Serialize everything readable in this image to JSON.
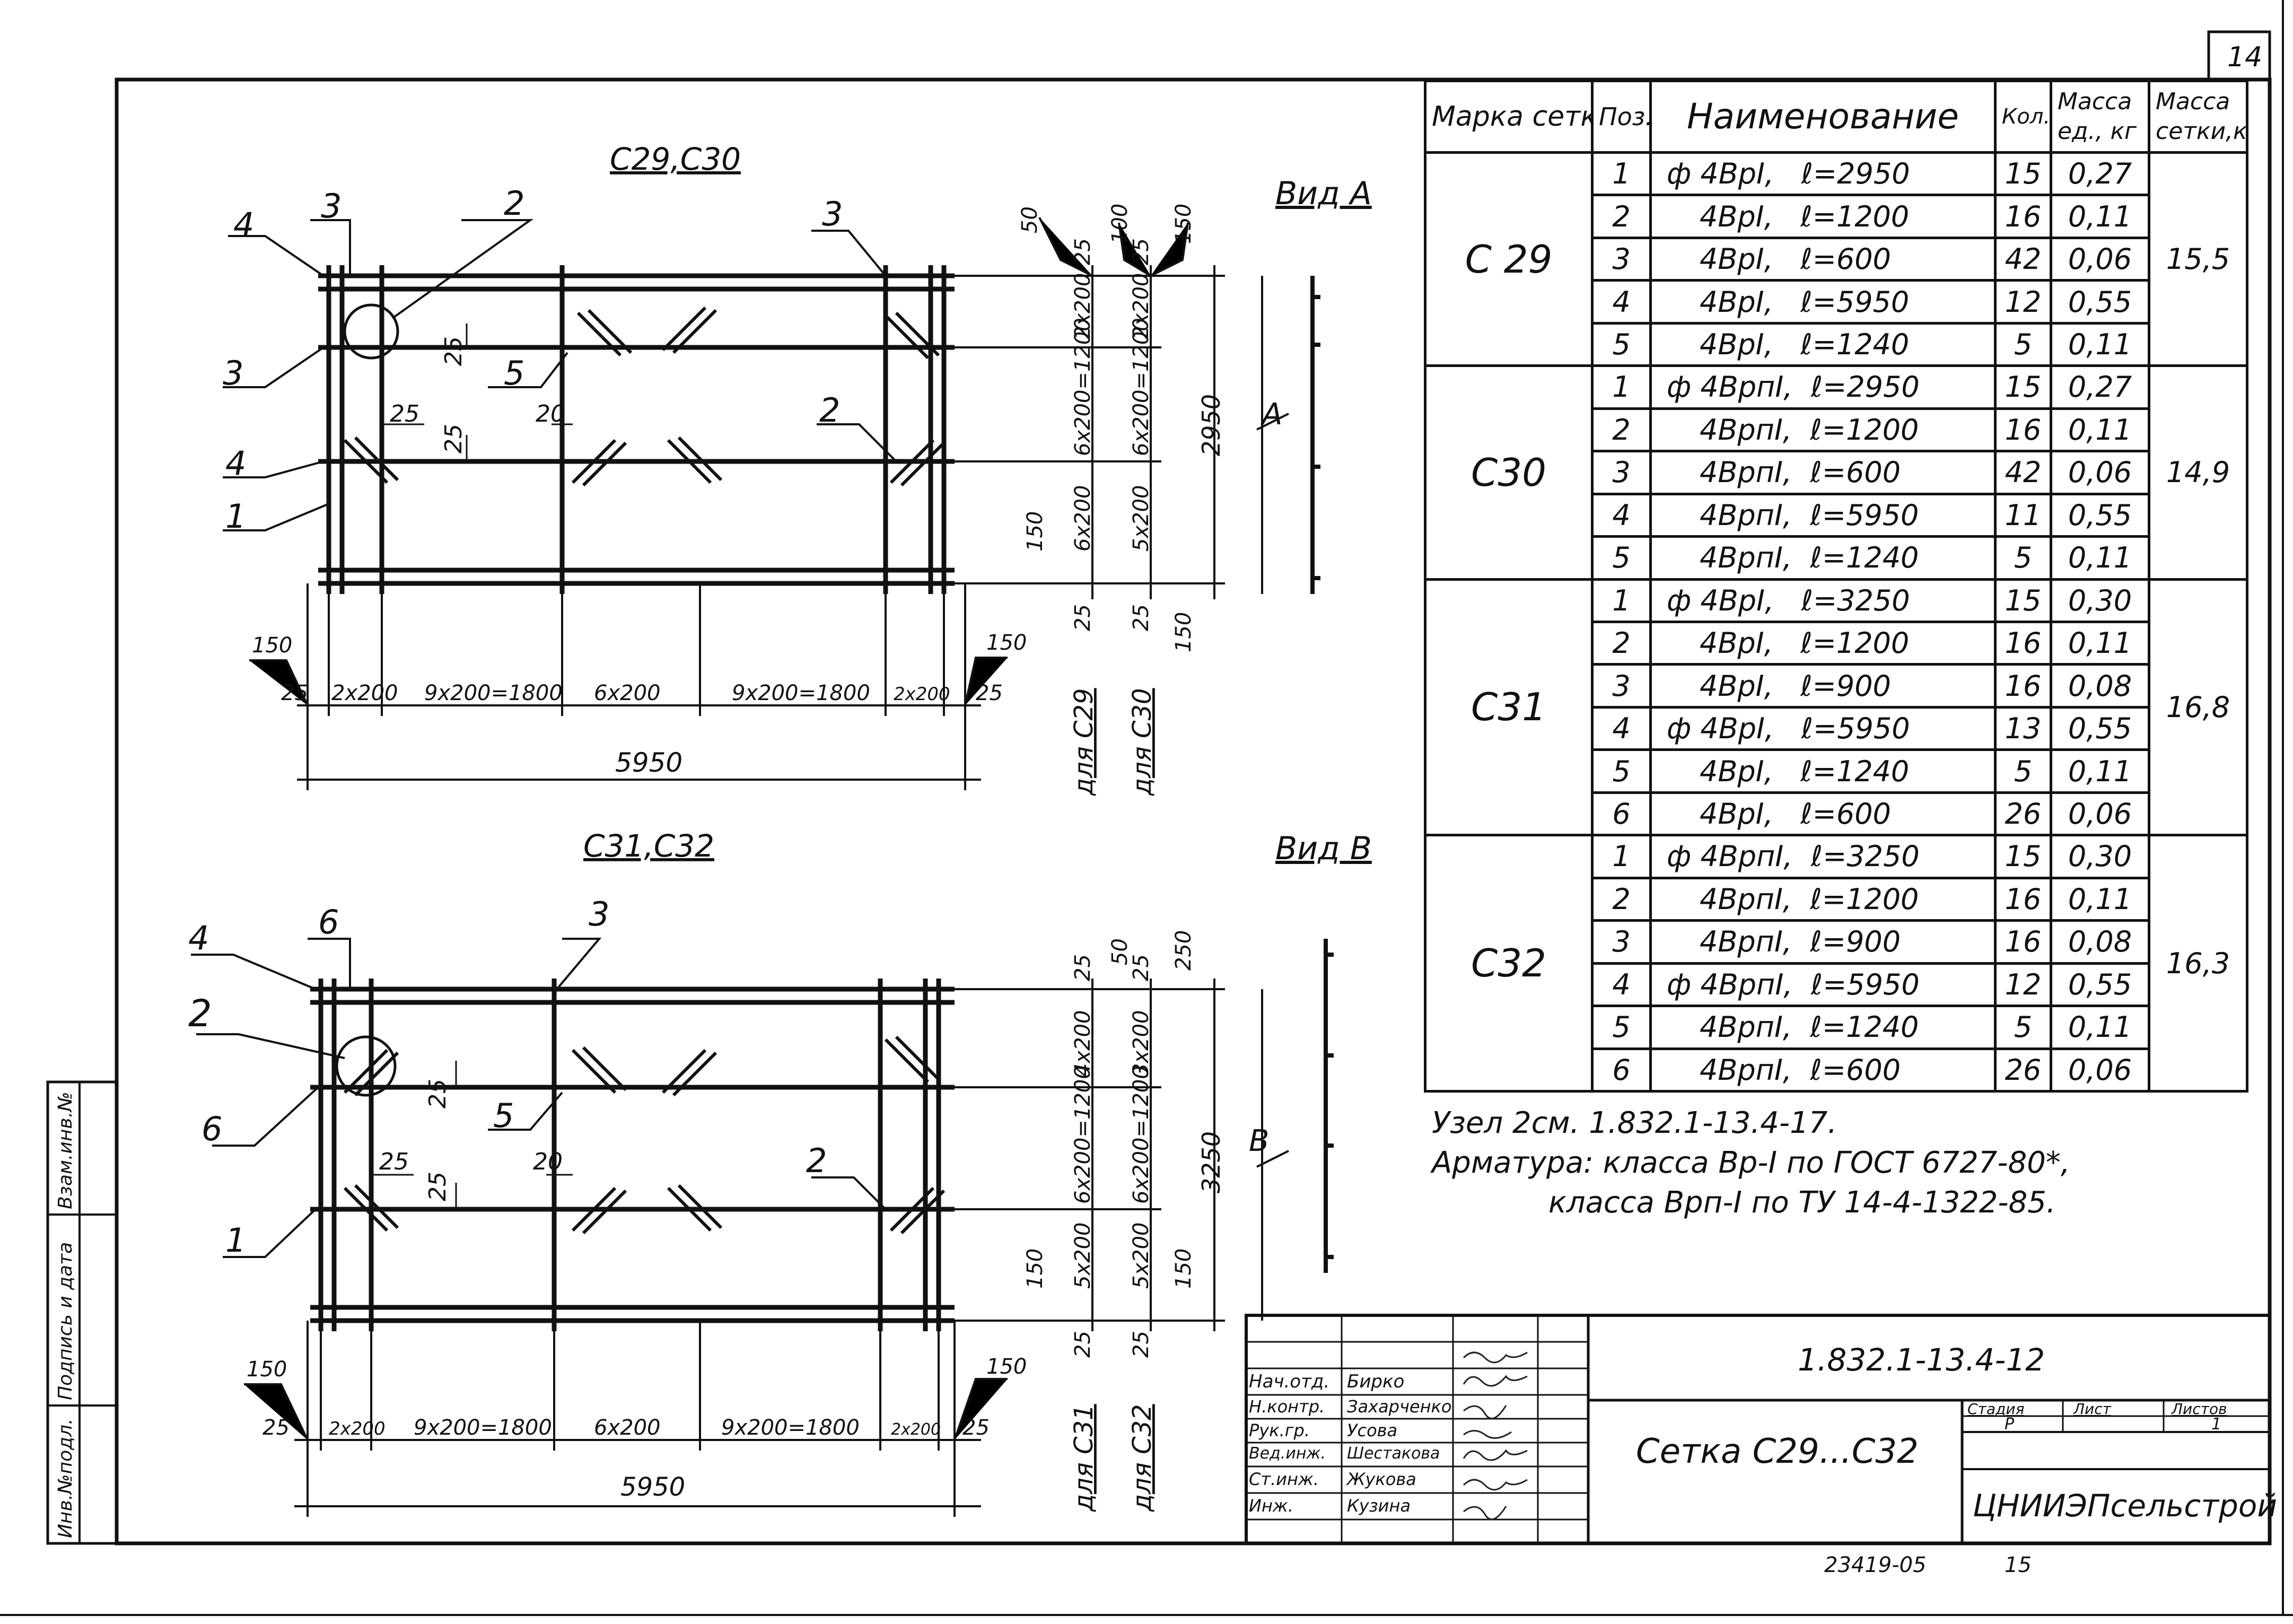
{
  "sheet_number": "14",
  "views": {
    "top": {
      "title": "С29,С30",
      "view_label": "Вид А",
      "section_arrow": "А",
      "callouts": [
        "4",
        "3",
        "2",
        "3",
        "3",
        "5",
        "2",
        "4",
        "1"
      ],
      "dims_small": [
        "25",
        "25",
        "20",
        "25"
      ],
      "dims_vertical_right": [
        "50",
        "25",
        "100",
        "25",
        "150",
        "2х200",
        "2х200",
        "6х200=1200",
        "6х200=1200",
        "2950",
        "6х200",
        "5х200",
        "150",
        "25",
        "25",
        "150"
      ],
      "dims_bottom": [
        "150",
        "25",
        "2х200",
        "9х200=1800",
        "6х200",
        "9х200=1800",
        "2х200",
        "150",
        "25"
      ],
      "overall_width": "5950",
      "for_labels": [
        "для С29",
        "для С30"
      ]
    },
    "bottom": {
      "title": "С31,С32",
      "view_label": "Вид В",
      "section_arrow": "В",
      "callouts": [
        "4",
        "6",
        "3",
        "2",
        "6",
        "5",
        "2",
        "1"
      ],
      "dims_small": [
        "25",
        "25",
        "20",
        "25"
      ],
      "dims_vertical_right": [
        "25",
        "50",
        "25",
        "250",
        "4х200",
        "3х200",
        "6х200=1200",
        "6х200=1200",
        "3250",
        "150",
        "5х200",
        "5х200",
        "150",
        "25",
        "25"
      ],
      "dims_bottom": [
        "150",
        "25",
        "2х200",
        "9х200=1800",
        "6х200",
        "9х200=1800",
        "2х200",
        "150",
        "25"
      ],
      "overall_width": "5950",
      "for_labels": [
        "для С31",
        "для С32"
      ]
    }
  },
  "spec_table": {
    "headers": [
      "Марка сетки",
      "Поз.",
      "Наименование",
      "Кол.",
      "Масса ед., кг",
      "Масса сетки,кг"
    ],
    "groups": [
      {
        "grade": "С 29",
        "mass_total": "15,5",
        "rows": [
          {
            "pos": "1",
            "name": "ф 4ВрI,",
            "len": "ℓ=2950",
            "qty": "15",
            "mass": "0,27"
          },
          {
            "pos": "2",
            "name": "4ВрI,",
            "len": "ℓ=1200",
            "qty": "16",
            "mass": "0,11"
          },
          {
            "pos": "3",
            "name": "4ВрI,",
            "len": "ℓ=600",
            "qty": "42",
            "mass": "0,06"
          },
          {
            "pos": "4",
            "name": "4ВрI,",
            "len": "ℓ=5950",
            "qty": "12",
            "mass": "0,55"
          },
          {
            "pos": "5",
            "name": "4ВрI,",
            "len": "ℓ=1240",
            "qty": "5",
            "mass": "0,11"
          }
        ]
      },
      {
        "grade": "С30",
        "mass_total": "14,9",
        "rows": [
          {
            "pos": "1",
            "name": "ф 4ВрпI,",
            "len": "ℓ=2950",
            "qty": "15",
            "mass": "0,27"
          },
          {
            "pos": "2",
            "name": "4ВрпI,",
            "len": "ℓ=1200",
            "qty": "16",
            "mass": "0,11"
          },
          {
            "pos": "3",
            "name": "4ВрпI,",
            "len": "ℓ=600",
            "qty": "42",
            "mass": "0,06"
          },
          {
            "pos": "4",
            "name": "4ВрпI,",
            "len": "ℓ=5950",
            "qty": "11",
            "mass": "0,55"
          },
          {
            "pos": "5",
            "name": "4ВрпI,",
            "len": "ℓ=1240",
            "qty": "5",
            "mass": "0,11"
          }
        ]
      },
      {
        "grade": "С31",
        "mass_total": "16,8",
        "rows": [
          {
            "pos": "1",
            "name": "ф 4ВрI,",
            "len": "ℓ=3250",
            "qty": "15",
            "mass": "0,30"
          },
          {
            "pos": "2",
            "name": "4ВрI,",
            "len": "ℓ=1200",
            "qty": "16",
            "mass": "0,11"
          },
          {
            "pos": "3",
            "name": "4ВрI,",
            "len": "ℓ=900",
            "qty": "16",
            "mass": "0,08"
          },
          {
            "pos": "4",
            "name": "ф 4ВрI,",
            "len": "ℓ=5950",
            "qty": "13",
            "mass": "0,55"
          },
          {
            "pos": "5",
            "name": "4ВрI,",
            "len": "ℓ=1240",
            "qty": "5",
            "mass": "0,11"
          },
          {
            "pos": "6",
            "name": "4ВрI,",
            "len": "ℓ=600",
            "qty": "26",
            "mass": "0,06"
          }
        ]
      },
      {
        "grade": "С32",
        "mass_total": "16,3",
        "rows": [
          {
            "pos": "1",
            "name": "ф 4ВрпI,",
            "len": "ℓ=3250",
            "qty": "15",
            "mass": "0,30"
          },
          {
            "pos": "2",
            "name": "4ВрпI,",
            "len": "ℓ=1200",
            "qty": "16",
            "mass": "0,11"
          },
          {
            "pos": "3",
            "name": "4ВрпI,",
            "len": "ℓ=900",
            "qty": "16",
            "mass": "0,08"
          },
          {
            "pos": "4",
            "name": "ф 4ВрпI,",
            "len": "ℓ=5950",
            "qty": "12",
            "mass": "0,55"
          },
          {
            "pos": "5",
            "name": "4ВрпI,",
            "len": "ℓ=1240",
            "qty": "5",
            "mass": "0,11"
          },
          {
            "pos": "6",
            "name": "4ВрпI,",
            "len": "ℓ=600",
            "qty": "26",
            "mass": "0,06"
          }
        ]
      }
    ]
  },
  "notes": [
    "Узел 2см. 1.832.1-13.4-17.",
    "Арматура: класса Вр-I по ГОСТ 6727-80*,",
    "класса Врп-I по ТУ 14-4-1322-85."
  ],
  "side_stamp": [
    "Инв.№подл.",
    "Подпись и дата",
    "Взам.инв.№"
  ],
  "title_block": {
    "doc_code": "1.832.1-13.4-12",
    "sheet_title": "Сетка С29...С32",
    "org": "ЦНИИЭПсельстрой",
    "stage_label": "Стадия",
    "sheet_label": "Лист",
    "sheets_label": "Листов",
    "stage": "Р",
    "sheets": "1",
    "staff": [
      {
        "role": "Нач.отд.",
        "name": "Бирко"
      },
      {
        "role": "Н.контр.",
        "name": "Захарченко"
      },
      {
        "role": "Рук.гр.",
        "name": "Усова"
      },
      {
        "role": "Вед.инж.",
        "name": "Шестакова"
      },
      {
        "role": "Ст.инж.",
        "name": "Жукова"
      },
      {
        "role": "Инж.",
        "name": "Кузина"
      }
    ]
  },
  "footer": {
    "archive_no": "23419-05",
    "page": "15"
  }
}
